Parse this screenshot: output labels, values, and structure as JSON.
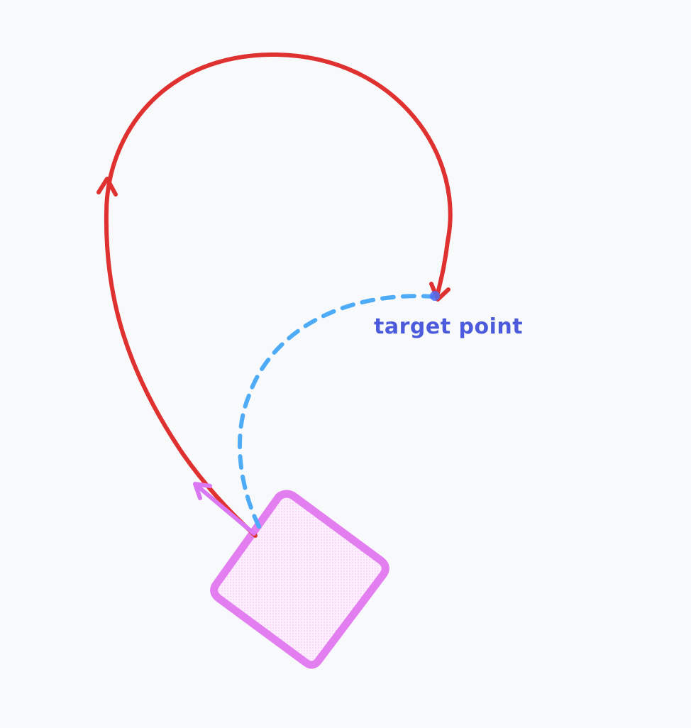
{
  "canvas": {
    "background": "#f8f9fa"
  },
  "colors": {
    "main_arrow": "#e03131",
    "dashed_arrow": "#4dabf7",
    "short_arrow": "#da77f2",
    "shape_stroke": "#e37ef0",
    "shape_fill": "#fbdcfb",
    "label": "#4c5bdc"
  },
  "labels": {
    "target": "target point"
  },
  "shapes": [
    {
      "name": "rotated-square",
      "kind": "rectangle",
      "fill_pattern": "dotted"
    }
  ],
  "arrows": [
    {
      "name": "red-loop-arrow",
      "style": "solid",
      "color_key": "main_arrow",
      "end_marker": "arrowhead"
    },
    {
      "name": "blue-dashed-arrow",
      "style": "dashed",
      "color_key": "dashed_arrow",
      "end_marker": "dot"
    },
    {
      "name": "pink-short-arrow",
      "style": "solid",
      "color_key": "short_arrow",
      "end_marker": "arrowhead"
    }
  ]
}
